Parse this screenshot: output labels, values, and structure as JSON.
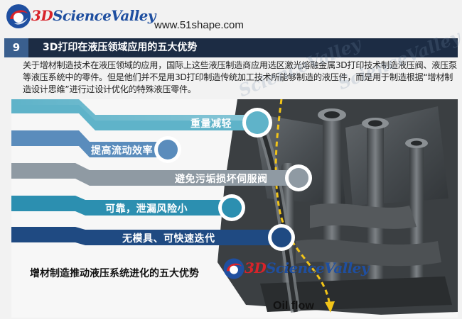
{
  "header": {
    "logo_mark": "3D",
    "logo_text": "ScienceValley",
    "site_url": "www.51shape.com"
  },
  "title": {
    "number": "9",
    "text": "3D打印在液压领域应用的五大优势"
  },
  "intro": "关于增材制造技术在液压领域的应用，国际上这些液压制造商应用选区激光熔融金属3D打印技术制造液压阀、液压泵等液压系统中的零件。但是他们并不是用3D打印制造传统加工技术所能够制造的液压件，而是用于制造根据“增材制造设计思维”进行过设计优化的特殊液压零件。",
  "advantages": [
    {
      "label": "重量减轻"
    },
    {
      "label": "提高流动效率"
    },
    {
      "label": "避免污垢损坏伺服阀"
    },
    {
      "label": "可靠，泄漏风险小"
    },
    {
      "label": "无模具、可快速迭代"
    }
  ],
  "caption": "增材制造推动液压系统进化的五大优势",
  "watermark": {
    "logo_mark": "3D",
    "logo_text": "ScienceValley"
  },
  "oil_flow_label": "Oil flow",
  "colors": {
    "title_bar": "#1c2c44",
    "title_number_box": "#3a5f8e",
    "logo_blue": "#1f4fa0",
    "logo_red": "#d8232a",
    "band_light_teal": "#5fb3c9",
    "band_steel_blue": "#5a8cbc",
    "band_grey": "#8f9aa3",
    "band_teal": "#2c8fb0",
    "band_navy": "#1f4a82",
    "flow_arrow": "#f2c418"
  }
}
